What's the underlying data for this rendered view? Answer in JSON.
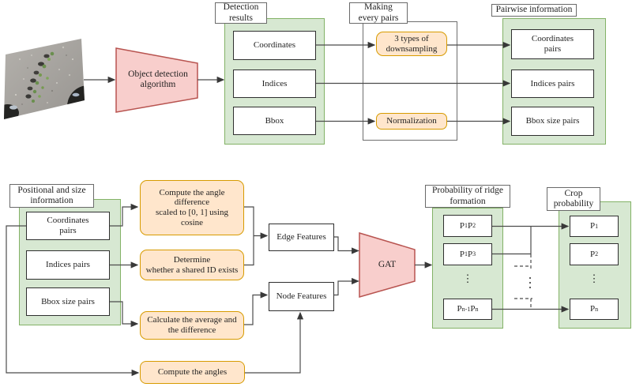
{
  "palette": {
    "panel_green_fill": "#d7e8d2",
    "panel_green_border": "#83b266",
    "process_orange_fill": "#ffe6cc",
    "process_orange_border": "#d79b00",
    "model_pink_fill": "#f8cecc",
    "model_pink_border": "#b85450",
    "label_box_border": "#6a6a6a",
    "white_box_border": "#2f2f2f",
    "arrow_color": "#4c4c4c"
  },
  "top_row": {
    "input_image": "aerial-crop-field-photo",
    "object_detection_label": "Object detection\nalgorithm",
    "detection_results": {
      "title": "Detection\nresults",
      "items": [
        "Coordinates",
        "Indices",
        "Bbox"
      ]
    },
    "making_every_pairs": {
      "title": "Making\nevery pairs",
      "steps": [
        "3 types of\ndownsampling",
        "Normalization"
      ]
    },
    "pairwise_information": {
      "title": "Pairwise information",
      "items": [
        "Coordinates\npairs",
        "Indices pairs",
        "Bbox size pairs"
      ]
    }
  },
  "bottom_row": {
    "positional_info": {
      "title": "Positional and size\ninformation",
      "items": [
        "Coordinates\npairs",
        "Indices pairs",
        "Bbox size pairs"
      ]
    },
    "operations": {
      "angle_difference": "Compute the angle\ndifference\nscaled to [0, 1] using\ncosine",
      "shared_id": "Determine\nwhether a shared ID exists",
      "average_difference": "Calculate the average and\nthe difference",
      "compute_angles": "Compute the angles"
    },
    "edge_features": "Edge Features",
    "node_features": "Node Features",
    "gat_label": "GAT",
    "ridge_probability": {
      "title": "Probability of ridge\nformation",
      "ellipsis": "⋮",
      "rows": [
        {
          "b1": "P",
          "s1": "1",
          "b2": "P",
          "s2": "2"
        },
        {
          "b1": "P",
          "s1": "1",
          "b2": "P",
          "s2": "3"
        },
        {
          "b1": "P",
          "s1": "n-1",
          "b2": "P",
          "s2": "n"
        }
      ]
    },
    "crop_probability": {
      "title": "Crop\nprobability",
      "ellipsis": "⋮",
      "rows": [
        {
          "b": "P",
          "s": "1"
        },
        {
          "b": "P",
          "s": "2"
        },
        {
          "b": "P",
          "s": "n"
        }
      ]
    }
  }
}
